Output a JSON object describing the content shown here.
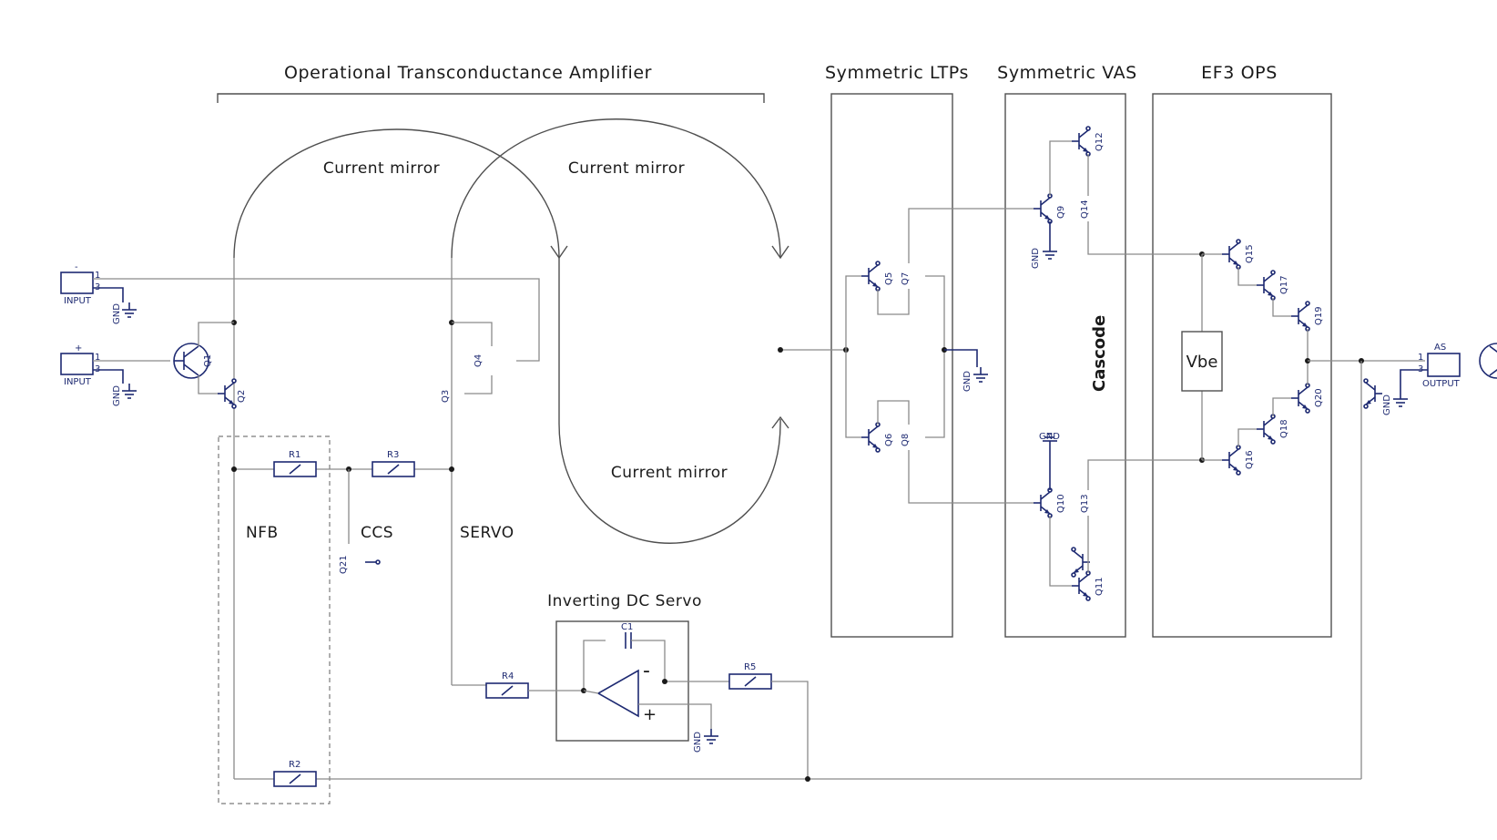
{
  "title": "Operational Transconductance Amplifier",
  "sections": {
    "ltps": "Symmetric LTPs",
    "vas": "Symmetric VAS",
    "ops": "EF3 OPS"
  },
  "mirrors": [
    "Current mirror",
    "Current mirror",
    "Current mirror"
  ],
  "blocks": {
    "nfb": "NFB",
    "ccs": "CCS",
    "servo": "SERVO",
    "dc_servo": "Inverting DC Servo",
    "cascode": "Cascode",
    "vbe": "Vbe"
  },
  "ports": {
    "input_minus": {
      "label": "INPUT",
      "sign": "-"
    },
    "input_plus": {
      "label": "INPUT",
      "sign": "+"
    },
    "output": {
      "label": "OUTPUT",
      "tag": "AS"
    }
  },
  "gnd": "GND",
  "opamp_signs": {
    "minus": "-",
    "plus": "+"
  },
  "resistors": [
    "R1",
    "R2",
    "R3",
    "R4",
    "R5"
  ],
  "capacitors": [
    "C1"
  ],
  "transistors": [
    "Q1",
    "Q2",
    "Q3",
    "Q4",
    "Q5",
    "Q6",
    "Q7",
    "Q8",
    "Q9",
    "Q10",
    "Q11",
    "Q12",
    "Q13",
    "Q14",
    "Q15",
    "Q16",
    "Q17",
    "Q18",
    "Q19",
    "Q20",
    "Q21"
  ],
  "colors": {
    "component": "#1e2a72",
    "wire": "#8a8a8a",
    "box": "#4f4f4f",
    "text": "#1a1a1a"
  }
}
